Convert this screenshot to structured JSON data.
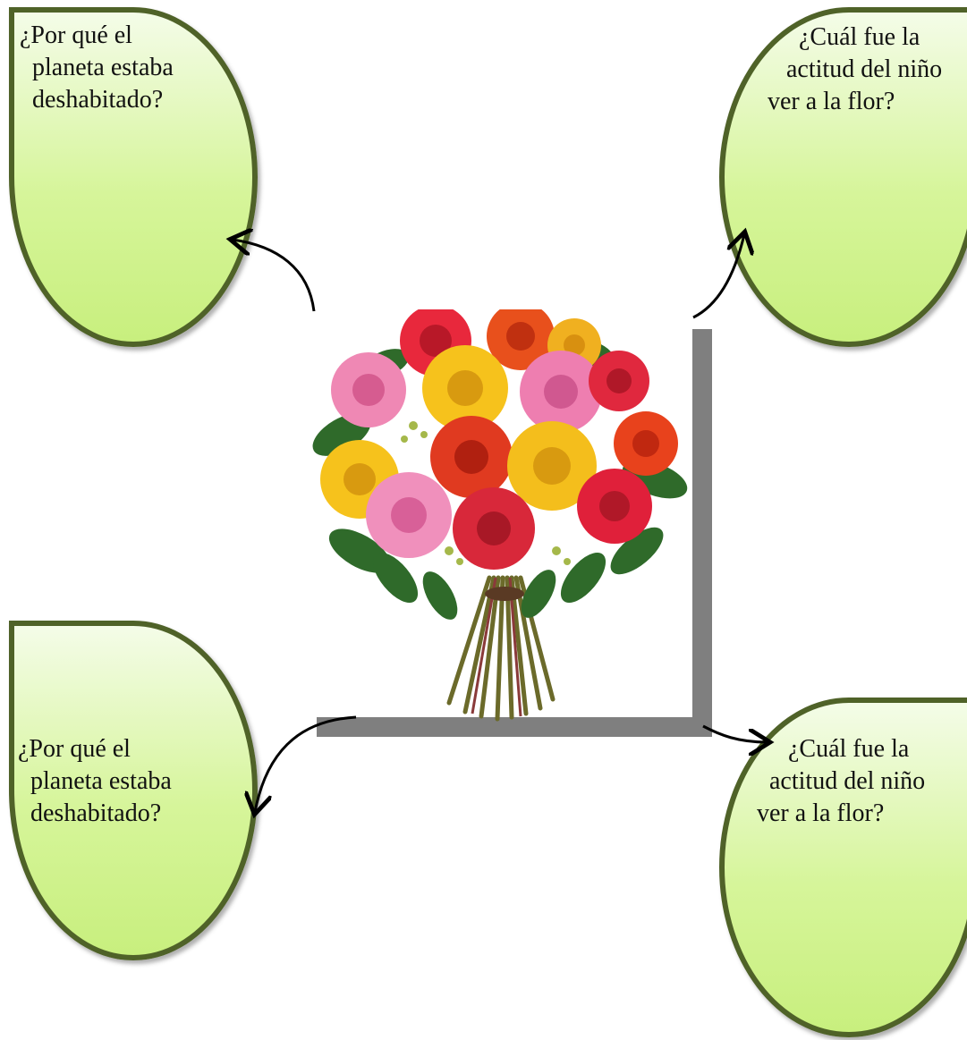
{
  "bubbles": {
    "top_left": {
      "line1": "¿Por qué el",
      "line2": "  planeta estaba",
      "line3": "  deshabitado?"
    },
    "top_right": {
      "line1": "     ¿Cuál fue la",
      "line2": "   actitud del niño",
      "line3": "ver a la flor?"
    },
    "bottom_left": {
      "line1": "¿Por qué el",
      "line2": "  planeta estaba",
      "line3": "  deshabitado?"
    },
    "bottom_right": {
      "line1": "     ¿Cuál fue la",
      "line2": "  actitud del niño",
      "line3": "ver a la flor?"
    }
  },
  "colors": {
    "bubble_border": "#4f6228",
    "bubble_fill_light": "#f4fce8",
    "bubble_fill_dark": "#c8ef7e",
    "shadow_bar": "#7f7f7f",
    "arrow": "#000000"
  },
  "center_image": "rose-bouquet"
}
